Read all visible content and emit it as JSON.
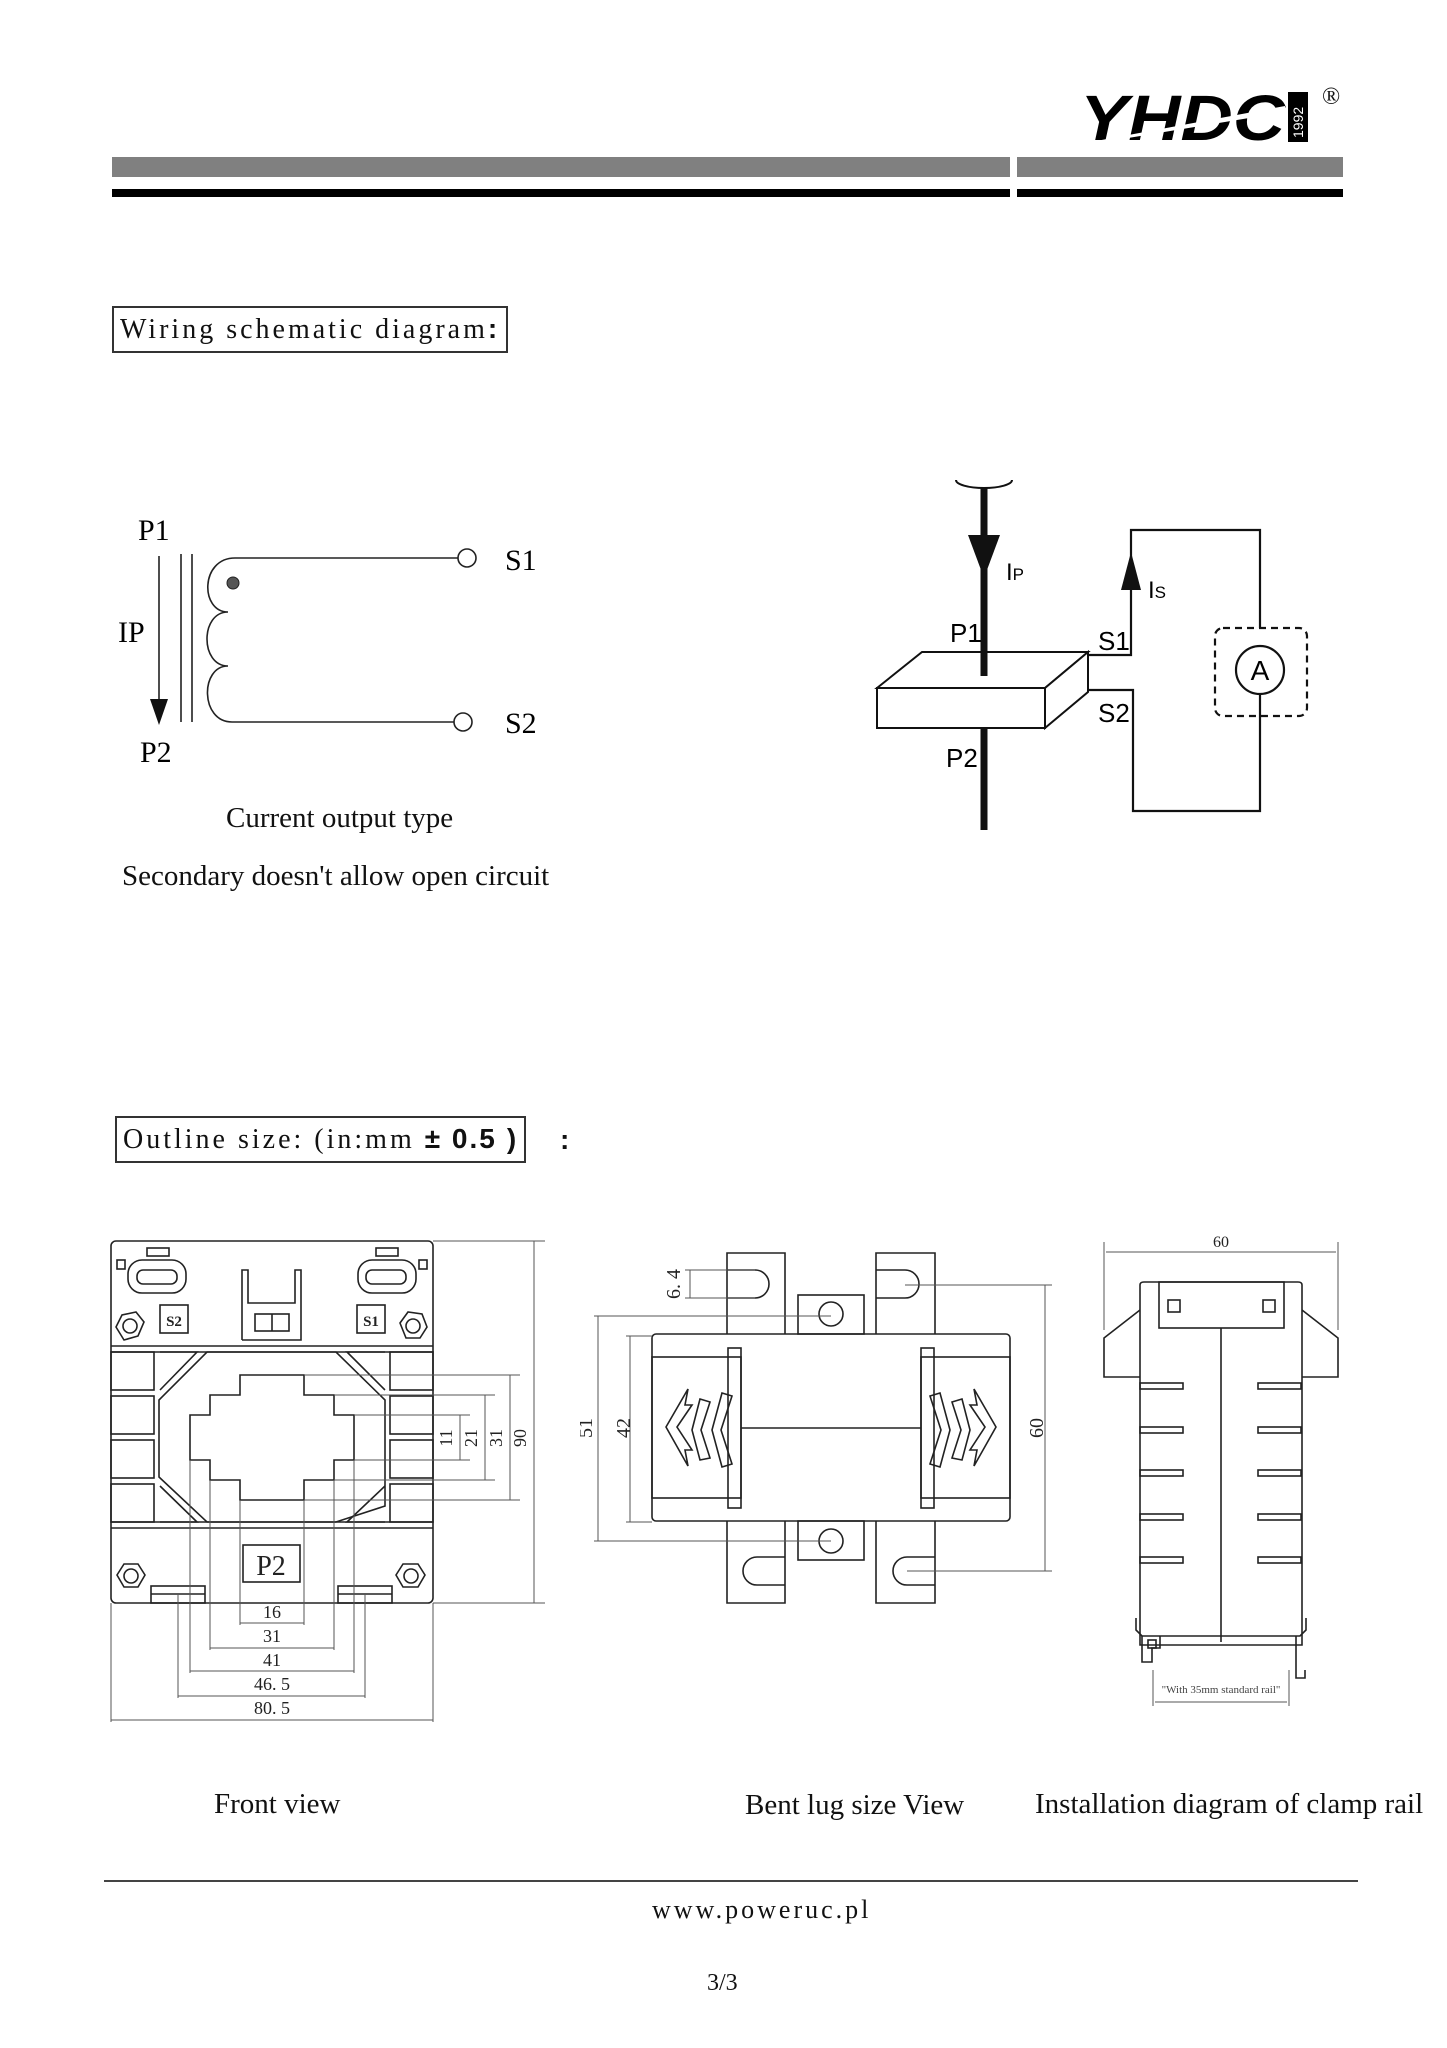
{
  "header": {
    "brand": "YHDC",
    "brand_year": "1992",
    "registered_mark": "®",
    "colors": {
      "rule_gray": "#808080",
      "rule_black": "#000000"
    }
  },
  "wiring": {
    "section_title": "Wiring schematic diagram",
    "section_colon": ":",
    "schematic": {
      "p1": "P1",
      "p2": "P2",
      "ip": "IP",
      "s1": "S1",
      "s2": "S2",
      "caption_line1": "Current output type",
      "caption_line2": "Secondary doesn't allow open circuit"
    },
    "pictorial": {
      "ip": "I",
      "ip_sub": "P",
      "is": "I",
      "is_sub": "S",
      "p1": "P1",
      "p2": "P2",
      "s1": "S1",
      "s2": "S2",
      "meter": "A"
    }
  },
  "outline": {
    "section_title_prefix": "Outline size:  (in:mm",
    "section_title_tol": "± 0.5",
    "section_title_close": ")",
    "section_colon": ":",
    "front_view": {
      "labels": {
        "s1": "S1",
        "s2": "S2",
        "p2": "P2"
      },
      "dims_vertical": [
        "11",
        "21",
        "31",
        "90"
      ],
      "dims_horizontal": [
        "16",
        "31",
        "41",
        "46. 5",
        "80. 5"
      ],
      "caption": "Front view"
    },
    "bent_lug_view": {
      "dims": {
        "slot": "6. 4",
        "outer": "51",
        "inner": "42",
        "lug": "60"
      },
      "caption": "Bent lug size View"
    },
    "rail_view": {
      "width": "60",
      "rail_note": "\"With 35mm standard rail\"",
      "caption": "Installation diagram of clamp rail"
    }
  },
  "footer": {
    "url": "www.poweruc.pl",
    "page": "3/3"
  }
}
